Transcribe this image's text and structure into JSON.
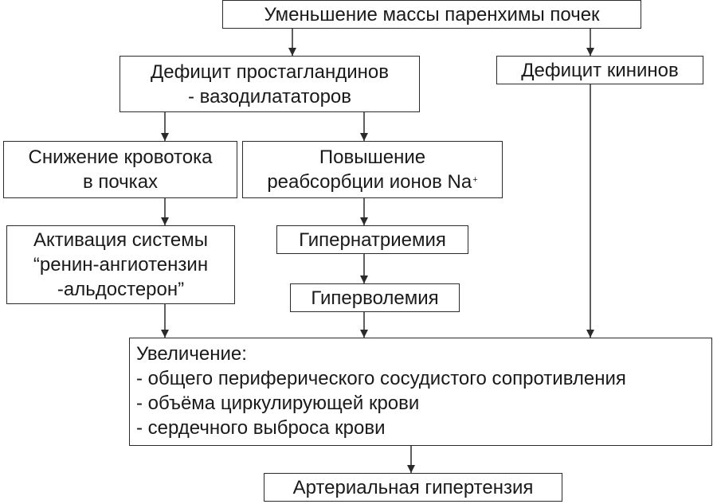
{
  "nodes": {
    "top": {
      "lines": [
        "Уменьшение массы паренхимы почек"
      ]
    },
    "prostaglandins": {
      "lines": [
        "Дефицит простагландинов",
        "- вазодилататоров"
      ]
    },
    "kinins": {
      "lines": [
        "Дефицит кининов"
      ]
    },
    "blood_flow": {
      "lines": [
        "Снижение кровотока",
        "в почках"
      ]
    },
    "sodium": {
      "lines": [
        "Повышение",
        "реабсорбции ионов Na"
      ],
      "superscript": "+"
    },
    "raas": {
      "lines": [
        "Активация системы",
        "“ренин-ангиотензин",
        "-альдостерон”"
      ]
    },
    "hypernatremia": {
      "lines": [
        "Гипернатриемия"
      ]
    },
    "hypervolemia": {
      "lines": [
        "Гиперволемия"
      ]
    },
    "increase": {
      "lines": [
        "Увеличение:",
        "- общего периферического сосудистого сопротивления",
        "- объёма циркулирующей крови",
        "- сердечного выброса крови"
      ]
    },
    "hypertension": {
      "lines": [
        "Артериальная гипертензия"
      ]
    }
  },
  "colors": {
    "line": "#2a2a2a",
    "text": "#1a1a1a"
  }
}
